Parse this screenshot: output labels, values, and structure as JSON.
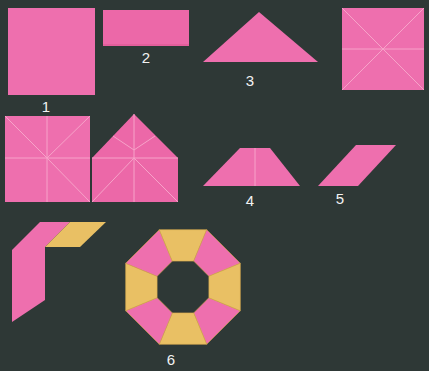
{
  "diagram": {
    "labels": [
      "1",
      "2",
      "3",
      "4",
      "5",
      "6"
    ]
  }
}
